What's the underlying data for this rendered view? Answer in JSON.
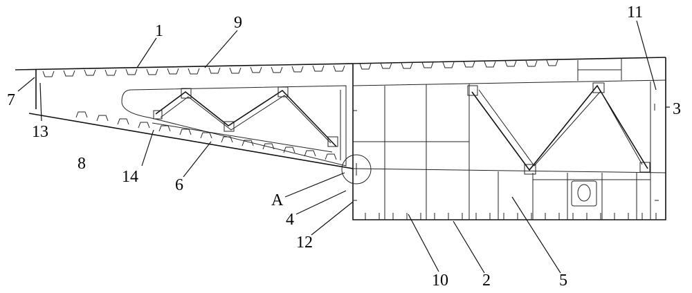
{
  "diagram": {
    "background": "#ffffff",
    "line_color": "#111111",
    "labels": [
      {
        "id": "1",
        "text": "1"
      },
      {
        "id": "2",
        "text": "2"
      },
      {
        "id": "3",
        "text": "3"
      },
      {
        "id": "4",
        "text": "4"
      },
      {
        "id": "5",
        "text": "5"
      },
      {
        "id": "6",
        "text": "6"
      },
      {
        "id": "7",
        "text": "7"
      },
      {
        "id": "8",
        "text": "8"
      },
      {
        "id": "9",
        "text": "9"
      },
      {
        "id": "10",
        "text": "10"
      },
      {
        "id": "11",
        "text": "11"
      },
      {
        "id": "12",
        "text": "12"
      },
      {
        "id": "13",
        "text": "13"
      },
      {
        "id": "14",
        "text": "14"
      },
      {
        "id": "A",
        "text": "A"
      }
    ]
  }
}
